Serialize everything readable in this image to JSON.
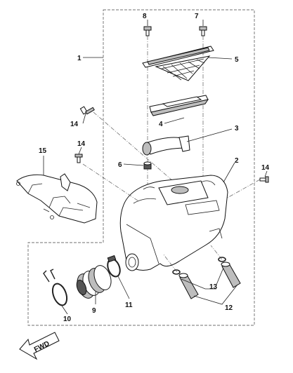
{
  "diagram": {
    "callouts": [
      {
        "id": "1",
        "text": "1"
      },
      {
        "id": "2",
        "text": "2"
      },
      {
        "id": "3",
        "text": "3"
      },
      {
        "id": "4",
        "text": "4"
      },
      {
        "id": "5",
        "text": "5"
      },
      {
        "id": "6",
        "text": "6"
      },
      {
        "id": "7",
        "text": "7"
      },
      {
        "id": "8",
        "text": "8"
      },
      {
        "id": "9",
        "text": "9"
      },
      {
        "id": "10",
        "text": "10"
      },
      {
        "id": "11",
        "text": "11"
      },
      {
        "id": "12",
        "text": "12"
      },
      {
        "id": "13",
        "text": "13"
      },
      {
        "id": "14a",
        "text": "14"
      },
      {
        "id": "14b",
        "text": "14"
      },
      {
        "id": "14c",
        "text": "14"
      },
      {
        "id": "15",
        "text": "15"
      }
    ],
    "fwd_label": "FWD"
  }
}
